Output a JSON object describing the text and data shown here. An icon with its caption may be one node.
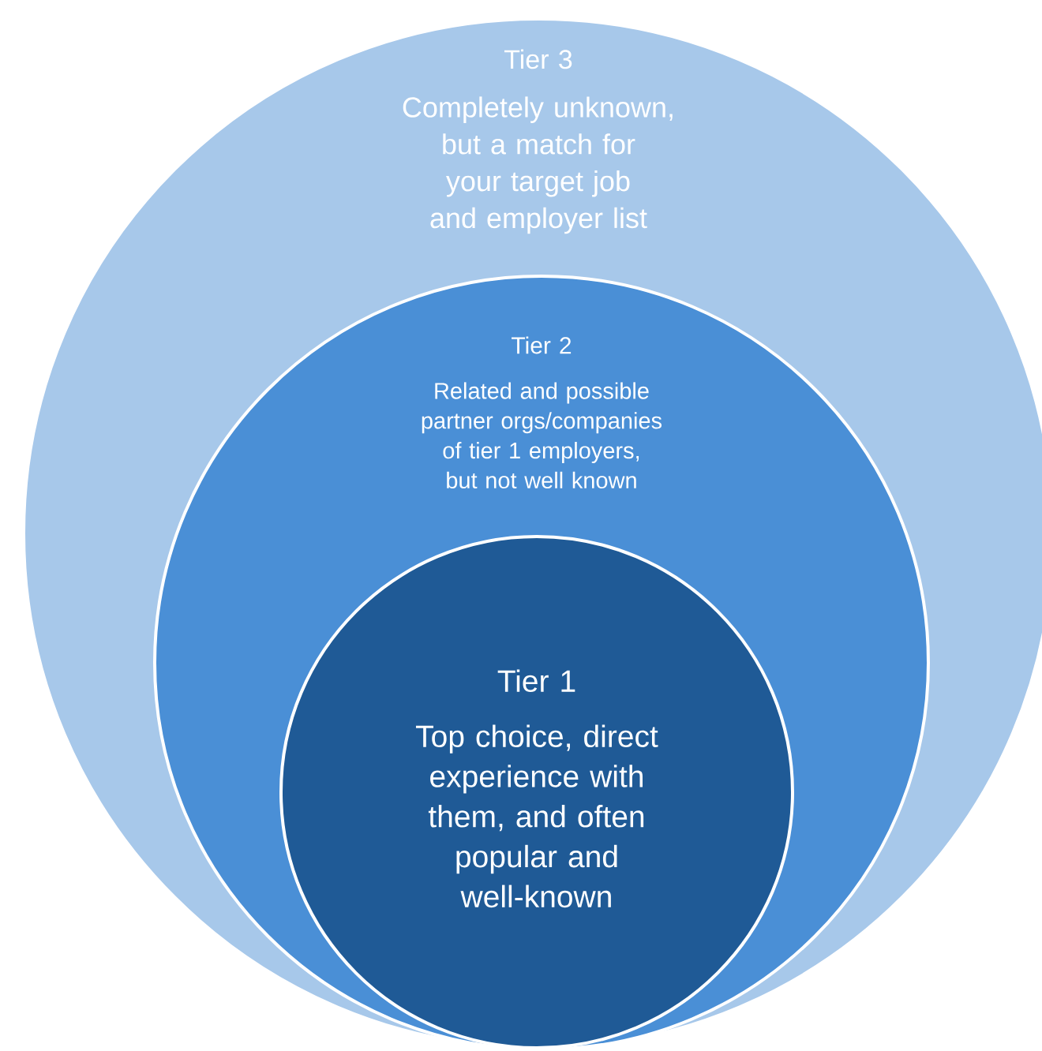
{
  "diagram": {
    "nodes": [
      {
        "text": [
          "Tier 3",
          "Completely unknown, but a match for your target job and employer list"
        ]
      },
      {
        "text": [
          "Tier 2",
          "Related and possible partner orgs/companies of tier 1 employers, but not well known"
        ],
        "in": 0
      },
      {
        "text": [
          "Tier 1",
          "Top choice, direct experience with them, and often popular and well-known"
        ],
        "in": 1
      }
    ]
  }
}
